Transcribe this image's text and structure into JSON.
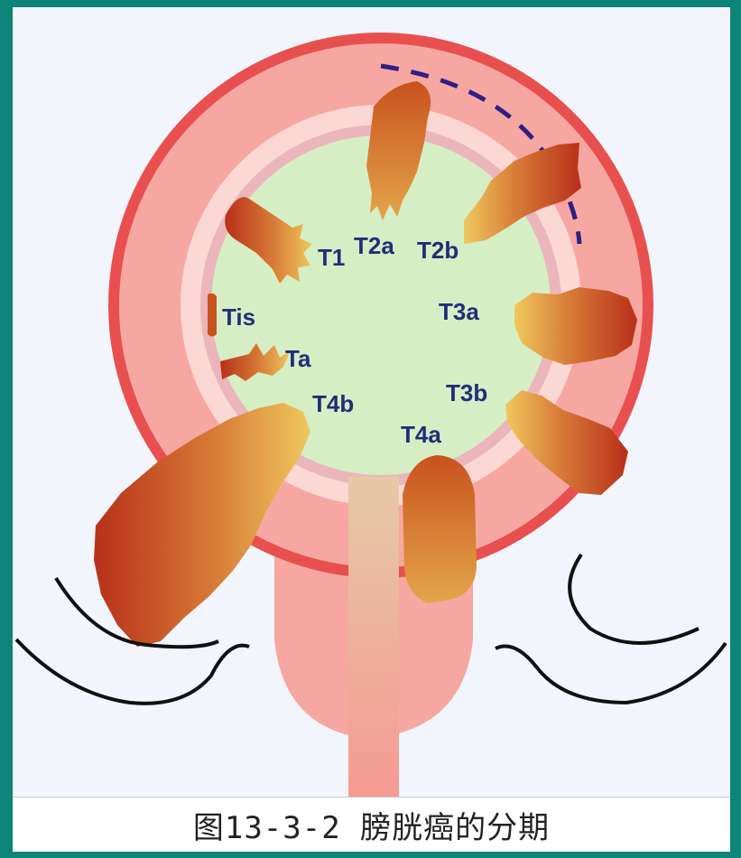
{
  "figure": {
    "caption": "图13-3-2 膀胱癌的分期",
    "stage_labels": {
      "t1": "T1",
      "t2a": "T2a",
      "t2b": "T2b",
      "tis": "Tis",
      "ta": "Ta",
      "t3a": "T3a",
      "t3b": "T3b",
      "t4a": "T4a",
      "t4b": "T4b"
    }
  },
  "colors": {
    "outer_wall": "#e8504f",
    "muscle_layer": "#f7a7a1",
    "inner_lining": "#eab6bc",
    "lumen": "#d6eec4",
    "tumor_dark": "#c0361c",
    "tumor_light": "#edc35c",
    "dashed_line": "#2d1f86"
  }
}
